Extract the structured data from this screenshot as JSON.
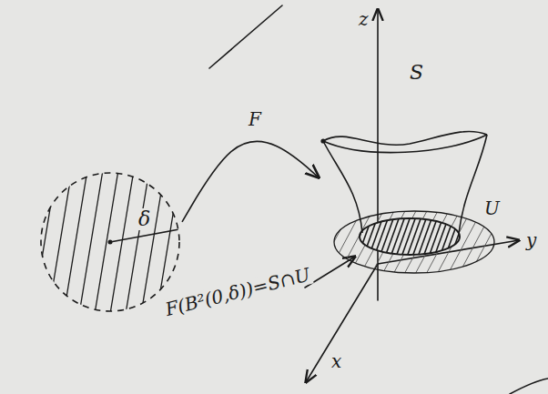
{
  "diagram": {
    "nodes": [
      {
        "text": [
          "δ"
        ]
      },
      {
        "text": [
          "S"
        ]
      }
    ],
    "edges": [
      {
        "from": 0,
        "to": 1,
        "arrow": "to",
        "label": "F"
      }
    ],
    "labels": [
      "z",
      "y",
      "x",
      "U",
      "F(B²(0,δ))=S∩U"
    ]
  }
}
